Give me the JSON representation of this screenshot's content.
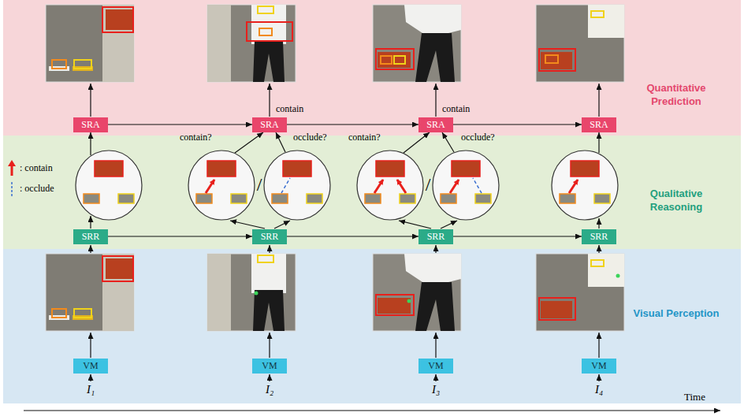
{
  "diagram": {
    "nodes": [
      {
        "text": [
          "Quantitative Prediction"
        ]
      },
      {
        "text": [
          "SRA"
        ],
        "in": 0
      },
      {
        "text": [
          "SRA"
        ],
        "in": 0
      },
      {
        "text": [
          "SRA"
        ],
        "in": 0
      },
      {
        "text": [
          "SRA"
        ],
        "in": 0
      },
      {
        "text": [
          "Qualitative Reasoning"
        ]
      },
      {
        "text": [
          "SRR"
        ],
        "in": 5
      },
      {
        "text": [
          "SRR"
        ],
        "in": 5
      },
      {
        "text": [
          "SRR"
        ],
        "in": 5
      },
      {
        "text": [
          "SRR"
        ],
        "in": 5
      },
      {
        "text": [
          "Visual Perception"
        ]
      },
      {
        "text": [
          "VM"
        ],
        "in": 10
      },
      {
        "text": [
          "VM"
        ],
        "in": 10
      },
      {
        "text": [
          "VM"
        ],
        "in": 10
      },
      {
        "text": [
          "VM"
        ],
        "in": 10
      }
    ],
    "edges": [
      {
        "from": 1,
        "to": 2,
        "arrow": "to"
      },
      {
        "from": 2,
        "to": 3,
        "arrow": "to"
      },
      {
        "from": 3,
        "to": 4,
        "arrow": "to"
      },
      {
        "from": 6,
        "to": 7,
        "arrow": "to"
      },
      {
        "from": 7,
        "to": 8,
        "arrow": "to"
      },
      {
        "from": 8,
        "to": 9,
        "arrow": "to"
      }
    ],
    "labels": [
      "contain",
      "contain",
      "contain?",
      "occlude?",
      "contain?",
      "occlude?",
      "/",
      "/",
      "I₁",
      "I₂",
      "I₃",
      "I₄",
      "Time"
    ],
    "legend": [
      {
        "text": ": contain"
      },
      {
        "text": ": occlude"
      }
    ]
  }
}
